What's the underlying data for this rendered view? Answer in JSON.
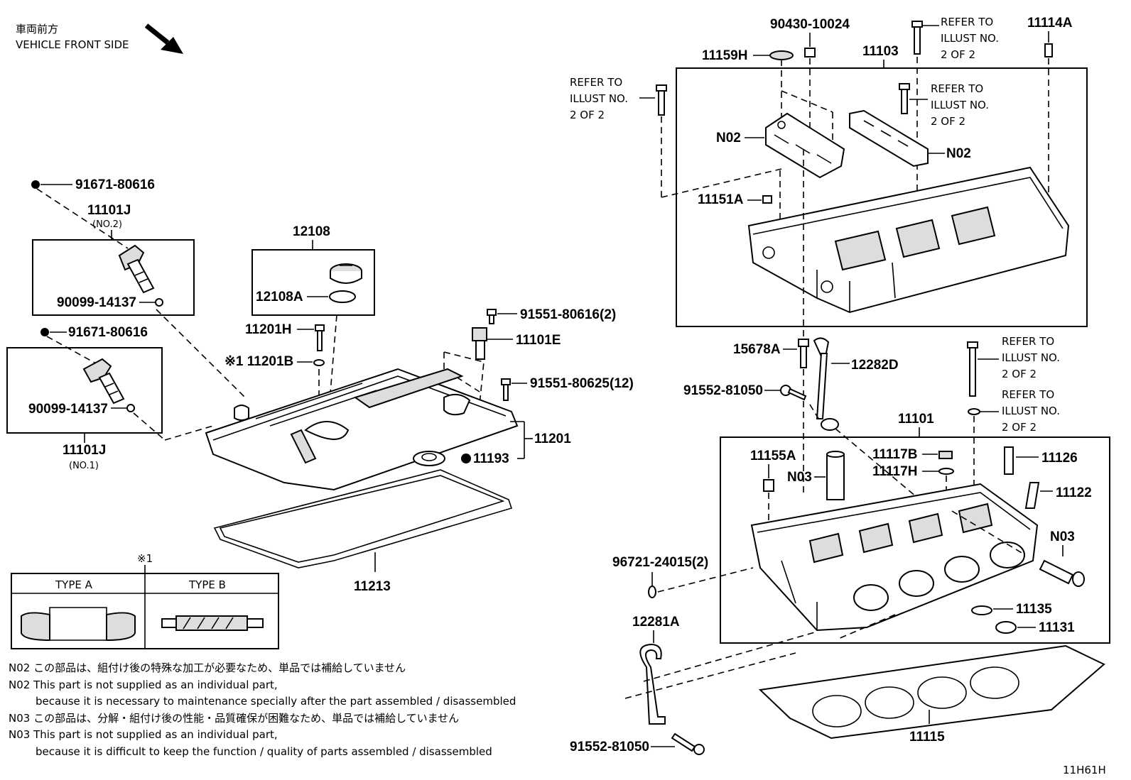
{
  "header": {
    "front_jp": "車両前方",
    "front_en": "VEHICLE FRONT SIDE"
  },
  "labels": {
    "p90430": "90430-10024",
    "p11114A": "11114A",
    "p11159H": "11159H",
    "p11103": "11103",
    "refer_top_1": "REFER TO",
    "refer_top_2": "ILLUST NO.",
    "refer_top_3": "2 OF 2",
    "n02a": "N02",
    "n02b": "N02",
    "p11151A": "11151A",
    "p91671_a": "91671-80616",
    "p11101J_2": "11101J",
    "no2": "(NO.2)",
    "p90099_a": "90099-14137",
    "p91671_b": "91671-80616",
    "p90099_b": "90099-14137",
    "p11101J_1": "11101J",
    "no1": "(NO.1)",
    "p12108": "12108",
    "p12108A": "12108A",
    "p11201H": "11201H",
    "p11201B": "※1 11201B",
    "p91551_a": "91551-80616(2)",
    "p11101E": "11101E",
    "p91551_b": "91551-80625(12)",
    "p11201": "11201",
    "p11193": "11193",
    "p11213": "11213",
    "p15678A": "15678A",
    "p12282D": "12282D",
    "p91552_a": "91552-81050",
    "p11101": "11101",
    "p11155A": "11155A",
    "n03a": "N03",
    "p11117B": "11117B",
    "p11117H": "11117H",
    "p11126": "11126",
    "p11122": "11122",
    "n03b": "N03",
    "p96721": "96721-24015(2)",
    "p12281A": "12281A",
    "p11135": "11135",
    "p11131": "11131",
    "p11115": "11115",
    "p91552_b": "91552-81050",
    "ref_code": "11H61H"
  },
  "type_table": {
    "note_mark": "※1",
    "type_a": "TYPE A",
    "type_b": "TYPE B"
  },
  "notes": {
    "n02_jp": "N02 この部品は、組付け後の特殊な加工が必要なため、単品では補給していません",
    "n02_en1": "N02 This part is not supplied as an individual part,",
    "n02_en2": "because it is necessary to maintenance specially after the part assembled / disassembled",
    "n03_jp": "N03 この部品は、分解・組付け後の性能・品質確保が困難なため、単品では補給していません",
    "n03_en1": "N03 This part is not supplied as an individual part,",
    "n03_en2": "because it is difficult to keep the function / quality of parts assembled / disassembled"
  }
}
